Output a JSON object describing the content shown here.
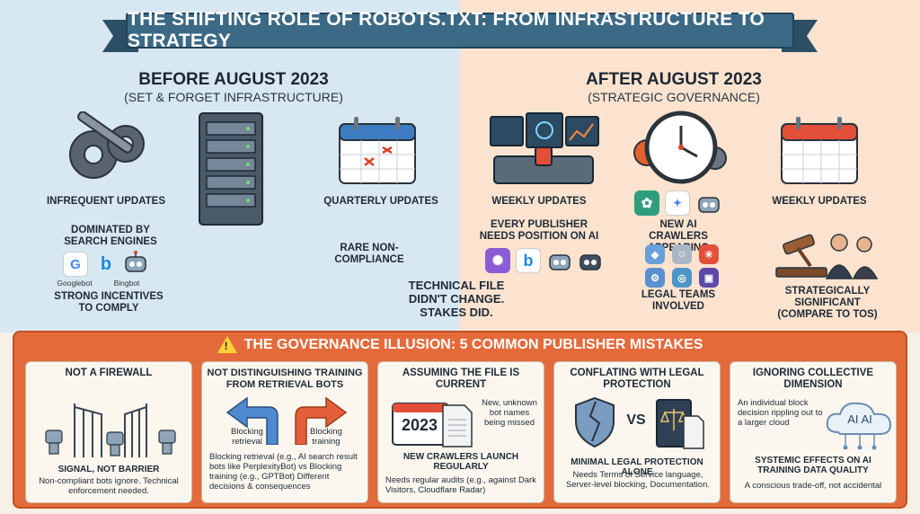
{
  "title": "THE SHIFTING ROLE OF ROBOTS.TXT: FROM INFRASTRUCTURE TO STRATEGY",
  "before": {
    "heading": "BEFORE AUGUST 2023",
    "subheading": "(SET & FORGET INFRASTRUCTURE)",
    "infrequent": "INFREQUENT UPDATES",
    "quarterly": "QUARTERLY UPDATES",
    "dominated": "DOMINATED BY SEARCH ENGINES",
    "rare": "RARE NON-COMPLIANCE",
    "googlebot": "Googlebot",
    "bingbot": "Bingbot",
    "incentives": "STRONG INCENTIVES TO COMPLY"
  },
  "after": {
    "heading": "AFTER AUGUST 2023",
    "subheading": "(STRATEGIC GOVERNANCE)",
    "weekly1": "WEEKLY UPDATES",
    "weekly2": "WEEKLY UPDATES",
    "every_publisher": "EVERY PUBLISHER NEEDS POSITION ON AI",
    "new_crawlers": "NEW AI CRAWLERS APPEARING",
    "legal_teams": "LEGAL TEAMS INVOLVED",
    "strategically": "STRATEGICALLY SIGNIFICANT (COMPARE TO TOS)"
  },
  "center_note": "TECHNICAL FILE DIDN'T CHANGE. STAKES DID.",
  "mistakes": {
    "title": "THE GOVERNANCE ILLUSION: 5 COMMON PUBLISHER MISTAKES",
    "cards": [
      {
        "title": "NOT A FIREWALL",
        "bold": "SIGNAL, NOT BARRIER",
        "text": "Non-compliant bots ignore. Technical enforcement needed."
      },
      {
        "title": "NOT DISTINGUISHING TRAINING FROM RETRIEVAL BOTS",
        "left_label": "Blocking retrieval",
        "right_label": "Blocking training",
        "text": "Blocking retrieval (e.g., AI search result bots like PerplexityBot) vs Blocking training (e.g., GPTBot) Different decisions & consequences"
      },
      {
        "title": "ASSUMING THE FILE IS CURRENT",
        "year": "2023",
        "side": "New, unknown bot names being missed",
        "bold": "NEW CRAWLERS LAUNCH REGULARLY",
        "text": "Needs regular audits (e.g., against Dark Visitors, Cloudflare Radar)"
      },
      {
        "title": "CONFLATING WITH LEGAL PROTECTION",
        "vs": "VS",
        "bold": "MINIMAL LEGAL PROTECTION ALONE",
        "text": "Needs Terms of Service language, Server-level blocking, Documentation."
      },
      {
        "title": "IGNORING COLLECTIVE DIMENSION",
        "side": "An individual block decision rippling out to a larger cloud",
        "cloud": "AI AI",
        "bold": "SYSTEMIC EFFECTS ON AI TRAINING DATA QUALITY",
        "text": "A conscious trade-off, not accidental"
      }
    ]
  }
}
